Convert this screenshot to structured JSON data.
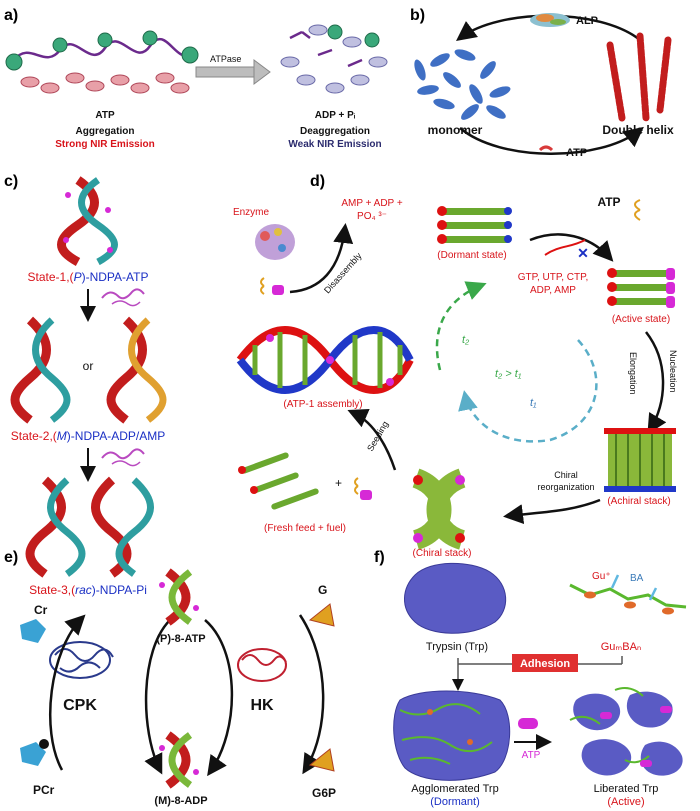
{
  "panels": {
    "a": {
      "label": "a)",
      "enzyme": "ATPase",
      "left_species": "ATP",
      "left_state": "Aggregation",
      "left_emission": "Strong NIR Emission",
      "right_species": "ADP + Pᵢ",
      "right_state": "Deaggregation",
      "right_emission": "Weak NIR Emission"
    },
    "b": {
      "label": "b)",
      "top_enzyme": "ALP",
      "left": "monomer",
      "right": "Double helix",
      "bottom_fuel": "ATP"
    },
    "c": {
      "label": "c)",
      "state1_prefix": "State-1,(",
      "state1_italic": "P",
      "state1_suffix": ")-NDPA-ATP",
      "or_text": "or",
      "state2_prefix": "State-2,(",
      "state2_italic": "M",
      "state2_suffix": ")-NDPA-ADP/AMP",
      "state3_prefix": "State-3,(",
      "state3_italic": "rac",
      "state3_suffix": ")-NDPA-Pi"
    },
    "d": {
      "label": "d)",
      "enzyme": "Enzyme",
      "products_line1": "AMP + ADP +",
      "products_line2": "PO₄ ³⁻",
      "disassembly": "Disassembly",
      "dormant": "(Dormant state)",
      "atp": "ATP",
      "competitors_line1": "GTP, UTP, CTP,",
      "competitors_line2": "ADP, AMP",
      "active": "(Active state)",
      "nucleation": "Nucleation",
      "elongation": "Elongation",
      "achiral": "(Achiral stack)",
      "chiral_reorg_line1": "Chiral",
      "chiral_reorg_line2": "reorganization",
      "chiral": "(Chiral stack)",
      "fresh_feed": "(Fresh feed + fuel)",
      "plus": "+",
      "seeding": "Seeding",
      "atp1_assembly": "(ATP-1 assembly)",
      "t2": "t₂",
      "t1": "t₁",
      "t2_gt_t1": "t₂ > t₁"
    },
    "e": {
      "label": "e)",
      "cr": "Cr",
      "pcr": "PCr",
      "cpk": "CPK",
      "top_helix": "(P)-8-ATP",
      "bottom_helix": "(M)-8-ADP",
      "hk": "HK",
      "g": "G",
      "g6p": "G6P"
    },
    "f": {
      "label": "f)",
      "gu": "Gu⁺",
      "ba": "BA",
      "trypsin": "Trypsin (Trp)",
      "polymer": "GuₘBAₙ",
      "adhesion": "Adhesion",
      "atp": "ATP",
      "agglomerated": "Agglomerated Trp",
      "dormant": "(Dormant)",
      "liberated": "Liberated Trp",
      "active": "(Active)"
    }
  },
  "colors": {
    "red_text": "#d8141b",
    "blue_text": "#1a2fc4",
    "helix_red": "#cc1f1f",
    "helix_green": "#5aa82e",
    "protein_blue": "#5a5bc4",
    "cyan_blob": "#3ba7d6",
    "magenta": "#d629d6",
    "adhesion_box": "#e03030"
  }
}
